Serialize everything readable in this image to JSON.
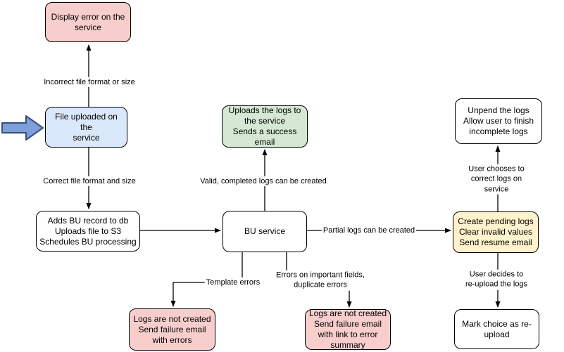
{
  "colors": {
    "background": "#ffffff",
    "node_stroke": "#000000",
    "error_pink": "#f8cecc",
    "input_blue": "#dae8fc",
    "success_green": "#d5e8d4",
    "pending_yellow": "#fff2cc",
    "entry_arrow_fill": "#7d9fda",
    "entry_arrow_stroke": "#3a4f78",
    "edge_color": "#000000"
  },
  "diagram": {
    "nodes": [
      {
        "name": "display-error-on-service",
        "label": "Display error on the\nservice",
        "kind": "error"
      },
      {
        "name": "file-uploaded-on-service",
        "label": "File uploaded on the\nservice",
        "kind": "input"
      },
      {
        "name": "adds-bu-record",
        "label": "Adds BU record to db\nUploads file to S3\nSchedules BU processing",
        "kind": "process"
      },
      {
        "name": "uploads-logs-success",
        "label": "Uploads the logs to\nthe service\nSends a success\nemail",
        "kind": "success"
      },
      {
        "name": "bu-service",
        "label": "BU service",
        "kind": "process"
      },
      {
        "name": "create-pending-logs",
        "label": "Create pending logs\nClear invalid values\nSend resume email",
        "kind": "pending"
      },
      {
        "name": "unpend-the-logs",
        "label": "Unpend the logs\nAllow user to finish\nincomplete logs",
        "kind": "process"
      },
      {
        "name": "mark-choice-reupload",
        "label": "Mark choice as re-\nupload",
        "kind": "process"
      },
      {
        "name": "logs-not-created-errors",
        "label": "Logs are not created\nSend failure email\nwith errors",
        "kind": "error"
      },
      {
        "name": "logs-not-created-summary",
        "label": "Logs are not created\nSend failure email\nwith link to error\nsummary",
        "kind": "error"
      }
    ],
    "edge_labels": [
      {
        "name": "incorrect-file-format",
        "text": "Incorrect file format or size"
      },
      {
        "name": "correct-file-format",
        "text": "Correct file format and size"
      },
      {
        "name": "valid-completed-logs",
        "text": "Valid, completed logs can be created"
      },
      {
        "name": "partial-logs",
        "text": "Partial logs can be created"
      },
      {
        "name": "user-corrects-on-service",
        "text": "User chooses to correct logs on service"
      },
      {
        "name": "user-reuploads",
        "text": "User decides to re-upload the logs"
      },
      {
        "name": "template-errors",
        "text": "Template errors"
      },
      {
        "name": "important-field-errors",
        "text": "Errors on important fields,\nduplicate errors"
      }
    ],
    "icons": [
      {
        "name": "entry-block-arrow-icon",
        "glyph": "block-arrow-right"
      }
    ]
  }
}
